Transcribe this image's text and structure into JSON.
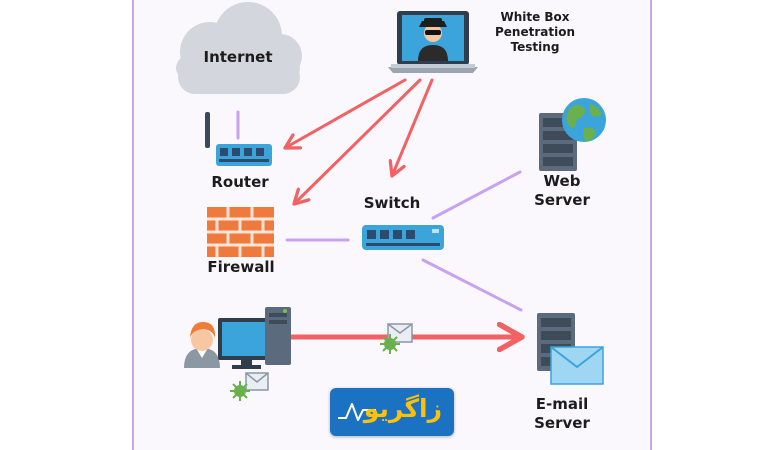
{
  "labels": {
    "internet": "Internet",
    "hacker_line1": "White Box",
    "hacker_line2": "Penetration",
    "hacker_line3": "Testing",
    "router": "Router",
    "switch": "Switch",
    "web_line1": "Web",
    "web_line2": "Server",
    "firewall": "Firewall",
    "email_line1": "E-mail",
    "email_line2": "Server"
  },
  "logo": {
    "text": "زاگریو"
  },
  "colors": {
    "attack_arrow": "#f26163",
    "link_line": "#c7a2ef",
    "border": "#c9a6e8",
    "device_blue": "#3ba4db",
    "firewall_orange": "#ee7a3d",
    "server_gray": "#5b6b7d",
    "logo_bg": "#1c72c2",
    "logo_text": "#ffc107"
  },
  "icons": [
    "cloud-icon",
    "hacker-laptop-icon",
    "router-icon",
    "firewall-icon",
    "switch-icon",
    "web-server-icon",
    "globe-icon",
    "user-icon",
    "desktop-computer-icon",
    "email-server-icon",
    "envelope-icon",
    "virus-icon"
  ]
}
